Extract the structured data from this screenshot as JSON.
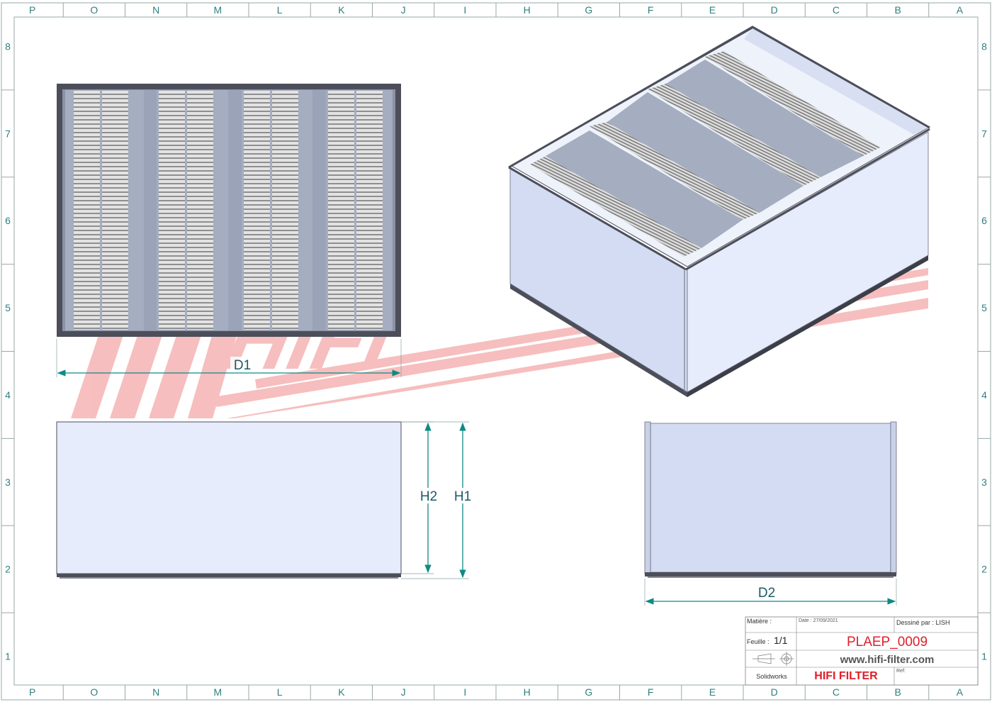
{
  "frame": {
    "columns": [
      "P",
      "O",
      "N",
      "M",
      "L",
      "K",
      "J",
      "I",
      "H",
      "G",
      "F",
      "E",
      "D",
      "C",
      "B",
      "A"
    ],
    "rows": [
      "8",
      "7",
      "6",
      "5",
      "4",
      "3",
      "2",
      "1"
    ]
  },
  "dimensions": {
    "d1": "D1",
    "d2": "D2",
    "h1": "H1",
    "h2": "H2"
  },
  "watermark": {
    "text": "HIFI FILTER",
    "color": "#f08a8a"
  },
  "title_block": {
    "matiere_label": "Matière :",
    "date": "Date : 27/09/2021",
    "dessine_par": "Dessiné par : LISH",
    "feuille_label": "Feuille :",
    "feuille_value": "1/1",
    "part_number": "PLAEP_0009",
    "website": "www.hifi-filter.com",
    "software": "Solidworks",
    "brand": "HIFI FILTER",
    "ref_label": "Ref:"
  },
  "colors": {
    "frame_line": "#9aa7a7",
    "zone_text": "#2f7f7f",
    "dimension": "#0e8a86",
    "housing_face": "#d3dcf2",
    "housing_face_light": "#e6ecfb",
    "housing_edge": "#4c4e5a",
    "separator": "#a5adc0",
    "media": "#d9d9d9",
    "accent_red": "#e01e2a"
  }
}
